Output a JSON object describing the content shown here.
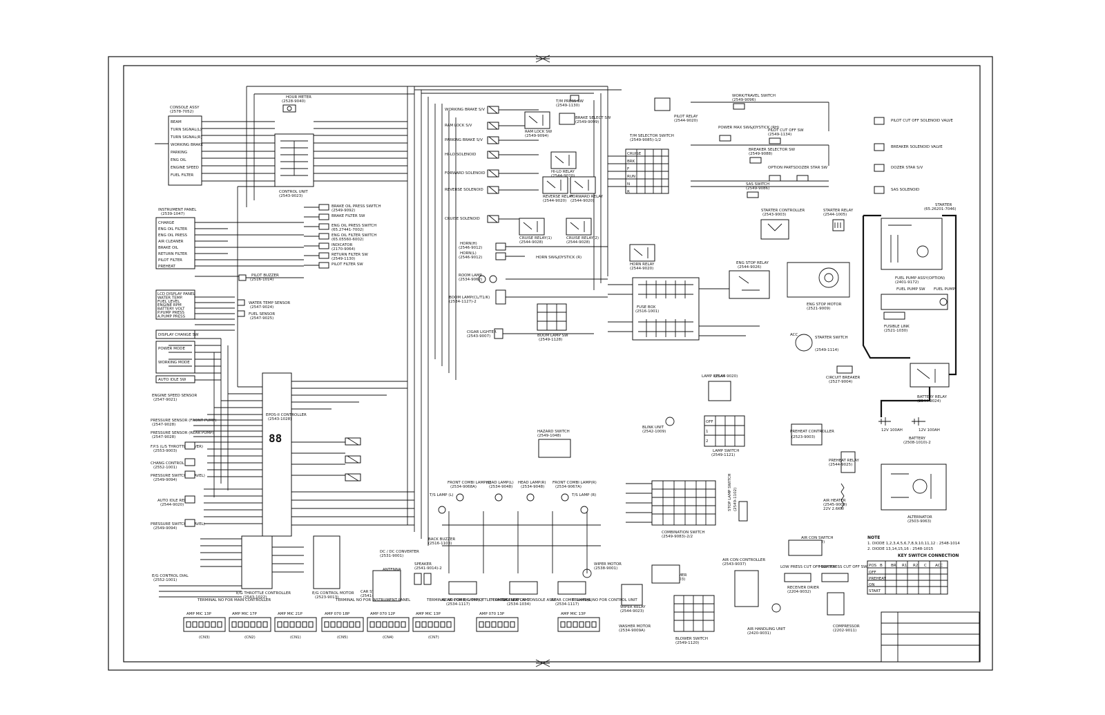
{
  "diagram": {
    "console": {
      "title": "CONSOLE ASSY",
      "part": "(2578-7052)",
      "switches": [
        "BEAM",
        "TURN SIGNAL(L)",
        "TURN SIGNAL(R)",
        "WORKING BRAKE",
        "PARKING",
        "ENG OIL",
        "ENGINE SPEED",
        "FUEL FILTER"
      ]
    },
    "control_unit": {
      "title": "CONTROL UNIT",
      "part": "(2543-9023)"
    },
    "hour_meter": {
      "title": "HOUR METER",
      "part": "(2528-9040)"
    },
    "instrument_panel": {
      "title": "INSTRUMENT PANEL",
      "part": "(2539-1047)",
      "items": [
        "CHARGE",
        "ENG OIL FILTER",
        "ENG OIL PRESS",
        "AIR CLEANER",
        "BRAKE OIL",
        "RETURN FILTER",
        "PILOT FILTER",
        "PREHEAT"
      ]
    },
    "brake_switches": [
      {
        "name": "BRAKE OIL PRESS SWITCH",
        "part": "(2549-9092)"
      },
      {
        "name": "BRAKE FILTER SW",
        "part": ""
      },
      {
        "name": "ENG OIL PRESS SWITCH",
        "part": "(65.27441-7002)"
      },
      {
        "name": "ENG OIL FILTER SWITCH",
        "part": "(65.05560-6002)"
      },
      {
        "name": "INDICATOR",
        "part": "(2170-9064)"
      },
      {
        "name": "RETURN FILTER SW",
        "part": "(2549-1130)"
      },
      {
        "name": "PILOT FILTER SW",
        "part": ""
      }
    ],
    "pilot_buzzer": {
      "title": "PILOT BUZZER",
      "part": "(2516-1014)"
    },
    "lcd_panel": [
      "LCD DISPLAY PANEL",
      "WATER TEMP.",
      "FUEL LEVEL",
      "ENGINE RPM",
      "BATTERY VOLT",
      "P.PUMP PRESS",
      "A.PUMP PRESS"
    ],
    "sensors": [
      {
        "name": "WATER TEMP SENSOR",
        "part": "(2547-9024)"
      },
      {
        "name": "FUEL SENSOR",
        "part": "(2547-9025)"
      },
      {
        "name": "ENGINE SPEED SENSOR",
        "part": "(2547-9021)"
      },
      {
        "name": "PRESSURE SENSOR (FRONT PUMP)",
        "part": "(2547-9028)"
      },
      {
        "name": "PRESSURE SENSOR (REAR PUMP)",
        "part": "(2547-9028)"
      }
    ],
    "display_change": "DISPLAY CHANGE SW",
    "power_mode": [
      "POWER MODE",
      "WORKING MODE",
      "AUTO IDLE SW"
    ],
    "epos": {
      "title": "EPOS-II CONTROLLER",
      "part": "(2543-1028)",
      "display": "88"
    },
    "ec_controller": {
      "title": "E/G THROTTLE CONTROLLER",
      "part": "(2543-1022)"
    },
    "ec_motor": {
      "title": "E/G CONTROL MOTOR",
      "part": "(2523-9013)"
    },
    "ec_dial": {
      "title": "E/G CONTROL DIAL",
      "part": "(2552-1001)"
    },
    "middle_left": [
      {
        "name": "F.P.S (L/S THROTTLE LEVER)",
        "part": "(2553-9003)"
      },
      {
        "name": "CHANG CONTROL",
        "part": "(2552-1001)"
      },
      {
        "name": "PRESSURE SWITCH (TRAVEL)",
        "part": "(2549-9094)"
      },
      {
        "name": "AUTO IDLE RELAY",
        "part": "(2544-9020)"
      },
      {
        "name": "PRESSURE SWITCH (TRAVEL)",
        "part": "(2549-9094)"
      }
    ],
    "solenoids": [
      {
        "name": "WORKING BRAKE S/V"
      },
      {
        "name": "RAM LOCK S/V"
      },
      {
        "name": "PARKING BRAKE S/V"
      },
      {
        "name": "HI-LO SOLENOID"
      },
      {
        "name": "FORWARD SOLENOID"
      },
      {
        "name": "REVERSE SOLENOID"
      },
      {
        "name": "CRUISE SOLENOID"
      }
    ],
    "relays_center": [
      {
        "name": "RAM LOCK SW",
        "part": "(2549-9094)"
      },
      {
        "name": "HI-LO RELAY",
        "part": "(2544-9020)"
      },
      {
        "name": "REVERSE RELAY",
        "part": "(2544-9020)"
      },
      {
        "name": "FORWARD RELAY",
        "part": "(2544-9020)"
      },
      {
        "name": "CRUISE RELAY(1)",
        "part": "(2544-9028)"
      },
      {
        "name": "CRUISE RELAY(2)",
        "part": "(2544-9028)"
      },
      {
        "name": "HORN RELAY",
        "part": "(2544-9020)"
      }
    ],
    "tm_press": {
      "title": "T/M PRESS SW",
      "part": "(2549-1130)"
    },
    "brake_select": {
      "title": "BRAKE SELECT SW",
      "part": "(2549-9099)"
    },
    "tm_selector": {
      "title": "T/M SELECTOR SWITCH",
      "part": "(2549-9085)-1/2",
      "rows": [
        "CRUISE",
        "BRK",
        "F",
        "RUN",
        "N",
        "R"
      ]
    },
    "horn": [
      "HORN(H)",
      "(2546-9012)",
      "HORN(L)",
      "(2546-9012)"
    ],
    "horn_sw": "HORN SW&JOYSTICK (R)",
    "lamps": [
      {
        "name": "ROOM LAMP",
        "part": "(2534-9062)"
      },
      {
        "name": "BOOM LAMP(CL/T1/K)",
        "part": "(2534-1127)-2"
      },
      {
        "name": "BOOM LAMP SW",
        "part": "(2549-1128)"
      },
      {
        "name": "CIGAR LIGHTER",
        "part": "(2543-9007)"
      }
    ],
    "fuse_box": {
      "title": "FUSE BOX",
      "part": "(2516-1001)"
    },
    "pilot_relay": {
      "title": "PILOT RELAY",
      "part": "(2544-9020)"
    },
    "right_top": [
      {
        "name": "WORK/TRAVEL SWITCH",
        "part": "(2549-9096)"
      },
      {
        "name": "PILOT CUT OFF SW",
        "part": "(2549-1134)"
      },
      {
        "name": "POWER MAX SW&JOYSTICK (RH)",
        "part": ""
      },
      {
        "name": "BREAKER SELECTOR SW",
        "part": "(2549-9088)"
      },
      {
        "name": "DOZER STAR SW",
        "part": ""
      },
      {
        "name": "OPTION PARTS",
        "part": ""
      },
      {
        "name": "SAS SWITCH",
        "part": "(2549-9086)"
      }
    ],
    "right_solenoids": [
      "PILOT CUT OFF SOLENOID VALVE",
      "BREAKER SOLENOID VALVE",
      "DOZER STAR S/V",
      "SAS SOLENOID"
    ],
    "starter_controller": {
      "title": "STARTER CONTROLLER",
      "part": "(2543-9003)"
    },
    "starter_relay": {
      "title": "STARTER RELAY",
      "part": "(2544-1005)"
    },
    "starter": {
      "title": "STARTER",
      "part": "(65.26201-7046)"
    },
    "fuel_pump": {
      "title": "FUEL PUMP ASSY(OPTION)",
      "part": "(2401-9172)",
      "sw": "FUEL PUMP SW",
      "pump": "FUEL PUMP"
    },
    "eng_stop": {
      "title": "ENG STOP RELAY",
      "part": "(2544-9026)",
      "motor": "ENG STOP MOTOR",
      "motor_part": "(2521-9009)"
    },
    "fusible_link": {
      "title": "FUSIBLE LINK",
      "part": "(2521-1030)"
    },
    "starter_switch": {
      "title": "STARTER SWITCH",
      "part": "(2549-1114)",
      "acc": "ACC"
    },
    "circuit_breaker": {
      "title": "CIRCUIT BREAKER",
      "part": "(2527-9004)"
    },
    "battery_relay": {
      "title": "BATTERY RELAY",
      "part": "(2544-9024)"
    },
    "battery": {
      "title": "BATTERY",
      "part": "(2508-1010)-2",
      "cells": [
        "12V 100AH",
        "12V 100AH"
      ]
    },
    "lamp_relay": {
      "title": "LAMP RELAY",
      "part": "(2544-9020)"
    },
    "lamp_switch": {
      "title": "LAMP SWITCH",
      "part": "(2549-1121)",
      "rows": [
        "OFF",
        "1",
        "2"
      ]
    },
    "blink_unit": {
      "title": "BLINK UNIT",
      "part": "(2542-1009)"
    },
    "hazard_switch": {
      "title": "HAZARD SWITCH",
      "part": "(2549-1048)"
    },
    "combination_switch": {
      "title": "COMBINATION SWITCH",
      "part": "(2549-9083)-2/2"
    },
    "preheat": {
      "title": "PREHEAT CONTROLLER",
      "part": "(2523-9003)",
      "relay": "PREHEAT RELAY",
      "relay_part": "(2544-9025)"
    },
    "air_heater": {
      "title": "AIR HEATER",
      "part": "(2545-9008)",
      "spec": "22V 2.6KW"
    },
    "alternator": {
      "title": "ALTERNATOR",
      "part": "(2503-9063)"
    },
    "front_lamps": [
      {
        "name": "FRONT COMBI LAMP(L)",
        "part": "(2534-9068A)"
      },
      {
        "name": "HEAD LAMP(L)",
        "part": "(2534-9048)"
      },
      {
        "name": "HEAD LAMP(R)",
        "part": "(2534-9048)"
      },
      {
        "name": "FRONT COMBI LAMP(R)",
        "part": "(2534-9067A)"
      },
      {
        "name": "T/S LAMP (L)",
        "part": ""
      },
      {
        "name": "T/S LAMP (R)",
        "part": ""
      }
    ],
    "rear_lamps": [
      {
        "name": "REAR COMBI LAMP(L)",
        "part": "(2534-1117)"
      },
      {
        "name": "LICENSE LAMP",
        "part": "(2534-1034)"
      },
      {
        "name": "REAR COMBI LAMP(R)",
        "part": "(2534-1117)"
      }
    ],
    "audio": [
      {
        "name": "BACK BUZZER",
        "part": "(2516-1103)"
      },
      {
        "name": "DC / DC CONVERTER",
        "part": "(2531-9001)"
      },
      {
        "name": "SPEAKER",
        "part": "(2541-9014)-2"
      },
      {
        "name": "ANTENNA",
        "part": ""
      },
      {
        "name": "CAR STEREO",
        "part": "(2541-9018)"
      }
    ],
    "wiper": [
      {
        "name": "WIPER MOTOR",
        "part": "(2538-9001)"
      },
      {
        "name": "WIPER TIMER",
        "part": "(2537-9003)"
      },
      {
        "name": "WIPER RELAY",
        "part": "(2544-9023)"
      },
      {
        "name": "WASHER MOTOR",
        "part": "(2534-9009A)"
      }
    ],
    "aircon": [
      {
        "name": "AIR CON CONTROLLER",
        "part": "(2543-9037)"
      },
      {
        "name": "AIR CON SWITCH",
        "part": "(2549-1122)"
      },
      {
        "name": "LOW PRESS CUT OFF SWITCH",
        "part": ""
      },
      {
        "name": "HIGH PRESS CUT OFF SWITCH",
        "part": ""
      },
      {
        "name": "RECEIVER DRIER",
        "part": "(2204-9032)"
      },
      {
        "name": "BLOWER SWITCH",
        "part": "(2549-1120)"
      },
      {
        "name": "AIR HANDLING UNIT",
        "part": "(2420-9031)"
      },
      {
        "name": "COMPRESSOR",
        "part": "(2202-9011)"
      }
    ],
    "stop_lamp": {
      "title": "STOP LAMP SWITCH",
      "part": "(2549-1102)"
    },
    "terminals": [
      {
        "title": "TERMINAL NO FOR MAIN CONTROLLER",
        "connectors": [
          "AMP MIC 13P",
          "AMP MIC 17P",
          "AMP MIC 21P"
        ],
        "ids": [
          "(CN3)",
          "(CN2)",
          "(CN1)"
        ]
      },
      {
        "title": "TERMINAL NO FOR INSTRUMENT PANEL",
        "connectors": [
          "AMP 070 18P",
          "AMP 070 12P"
        ],
        "ids": [
          "(CN5)",
          "(CN4)"
        ]
      },
      {
        "title": "TERMINAL NO FOR E/G THROTTLE CONTROLLER",
        "connectors": [
          "AMP MIC 13P"
        ],
        "ids": [
          "(CN7)"
        ]
      },
      {
        "title": "TERMINAL NO FOR CONSOLE ASSY",
        "connectors": [
          "AMP 070 13P"
        ],
        "ids": [
          ""
        ]
      },
      {
        "title": "TERMINAL NO FOR CONTROL UNIT",
        "connectors": [
          "AMP MIC 13P"
        ],
        "ids": [
          ""
        ]
      }
    ],
    "note": {
      "title": "NOTE",
      "lines": [
        "1. DIODE 1,2,3,4,5,6,7,8,9,10,11,12 : 2548-1014",
        "2. DIODE 13,14,15,16 : 2548-1015"
      ]
    },
    "key_switch": {
      "title": "KEY SWITCH CONNECTION",
      "header": [
        "POS",
        "B",
        "BR",
        "R1",
        "R2",
        "C",
        "ACC"
      ],
      "rows": [
        "OFF",
        "PREHEAT",
        "ON",
        "START"
      ]
    }
  }
}
